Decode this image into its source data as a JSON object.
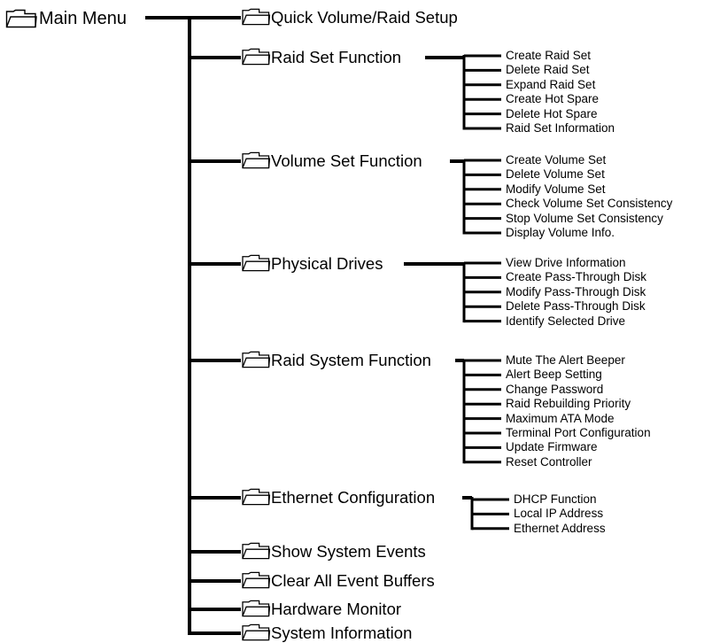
{
  "main_menu": {
    "label": "Main Menu",
    "icon": "folder-icon"
  },
  "categories": [
    {
      "label": "Quick Volume/Raid Setup",
      "icon": "folder-icon",
      "items": []
    },
    {
      "label": "Raid Set Function",
      "icon": "folder-icon",
      "items": [
        "Create Raid Set",
        "Delete Raid Set",
        "Expand Raid Set",
        "Create Hot Spare",
        "Delete Hot Spare",
        "Raid Set Information"
      ]
    },
    {
      "label": "Volume Set Function",
      "icon": "folder-icon",
      "items": [
        "Create Volume Set",
        "Delete Volume Set",
        "Modify Volume Set",
        "Check Volume Set Consistency",
        "Stop Volume Set Consistency",
        "Display Volume Info."
      ]
    },
    {
      "label": "Physical Drives",
      "icon": "folder-icon",
      "items": [
        "View Drive Information",
        "Create Pass-Through Disk",
        "Modify Pass-Through Disk",
        "Delete Pass-Through Disk",
        "Identify Selected Drive"
      ]
    },
    {
      "label": "Raid System Function",
      "icon": "folder-icon",
      "items": [
        "Mute The Alert Beeper",
        "Alert Beep Setting",
        "Change Password",
        "Raid Rebuilding Priority",
        "Maximum ATA Mode",
        "Terminal Port Configuration",
        "Update Firmware",
        "Reset Controller"
      ]
    },
    {
      "label": "Ethernet Configuration",
      "icon": "folder-icon",
      "items": [
        "DHCP Function",
        "Local IP Address",
        "Ethernet Address"
      ]
    },
    {
      "label": "Show System Events",
      "icon": "folder-icon",
      "items": []
    },
    {
      "label": "Clear All Event Buffers",
      "icon": "folder-icon",
      "items": []
    },
    {
      "label": "Hardware Monitor",
      "icon": "folder-icon",
      "items": []
    },
    {
      "label": "System Information",
      "icon": "folder-icon",
      "items": []
    }
  ],
  "colors": {
    "line": "#000000",
    "text": "#000000",
    "background": "#ffffff"
  }
}
